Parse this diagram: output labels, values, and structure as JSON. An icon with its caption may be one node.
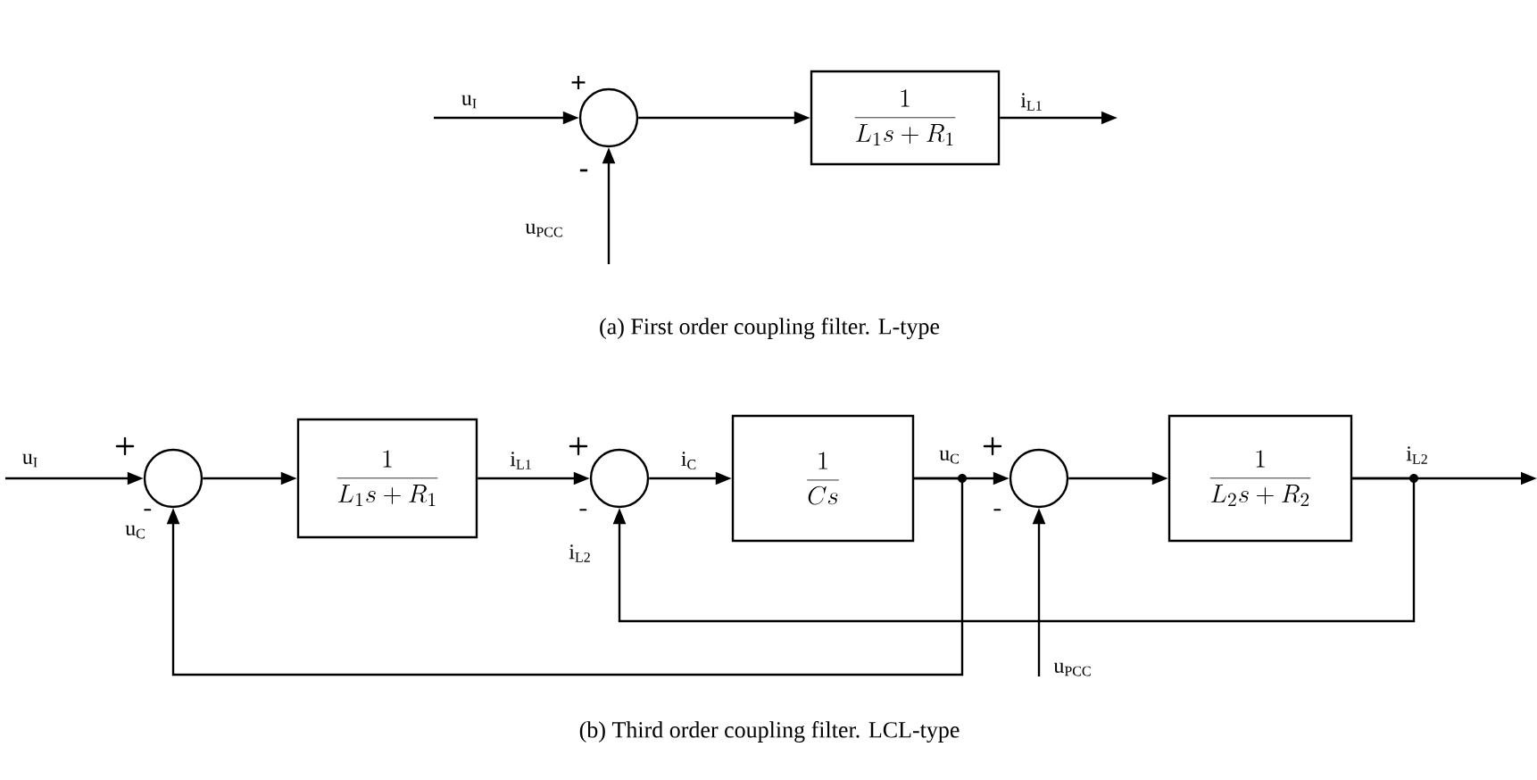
{
  "diagram": {
    "nodes": [
      {
        "text": [],
        "shape": "circle"
      },
      {
        "text": [
          "\\frac{1}{L_1 s+R_1}"
        ]
      },
      {
        "text": [],
        "shape": "circle"
      },
      {
        "text": [
          "\\frac{1}{L_1 s+R_1}"
        ]
      },
      {
        "text": [],
        "shape": "circle"
      },
      {
        "text": [
          "\\frac{1}{Cs}"
        ]
      },
      {
        "text": [],
        "shape": "circle"
      },
      {
        "text": [
          "\\frac{1}{L_2 s+R_2}"
        ]
      }
    ],
    "edges": [
      {
        "from": null,
        "to": 0,
        "arrow": "to",
        "label": "u$_{I}$"
      },
      {
        "from": null,
        "to": 0,
        "arrow": "to",
        "label": "u$_{PCC}$"
      },
      {
        "from": 0,
        "to": 1,
        "arrow": "to"
      },
      {
        "from": 1,
        "to": null,
        "arrow": "to",
        "label": "i$_{L1}$"
      },
      {
        "from": null,
        "to": 2,
        "arrow": "to",
        "label": "u$_{I}$"
      },
      {
        "from": 2,
        "to": 3,
        "arrow": "to"
      },
      {
        "from": 3,
        "to": 4,
        "arrow": "to",
        "label": "i$_{L1}$"
      },
      {
        "from": 4,
        "to": 5,
        "arrow": "to",
        "label": "i$_{C}$"
      },
      {
        "from": 5,
        "to": 6,
        "arrow": "to",
        "label": "u$_{C}$"
      },
      {
        "from": 6,
        "to": 7,
        "arrow": "to"
      },
      {
        "from": 7,
        "to": null,
        "arrow": "to",
        "label": "i$_{L2}$"
      },
      {
        "from": 5,
        "to": 2,
        "arrow": "to",
        "label": "u$_{C}$"
      },
      {
        "from": 7,
        "to": 4,
        "arrow": "to",
        "label": "i$_{L2}$"
      },
      {
        "from": null,
        "to": 6,
        "arrow": "to",
        "label": "u$_{PCC}$"
      }
    ],
    "labels": [
      "+",
      "-",
      "(a) First order coupling filter. L-type",
      "+",
      "-",
      "+",
      "-",
      "+",
      "-",
      "(b) Third order coupling filter. LCL-type"
    ]
  }
}
